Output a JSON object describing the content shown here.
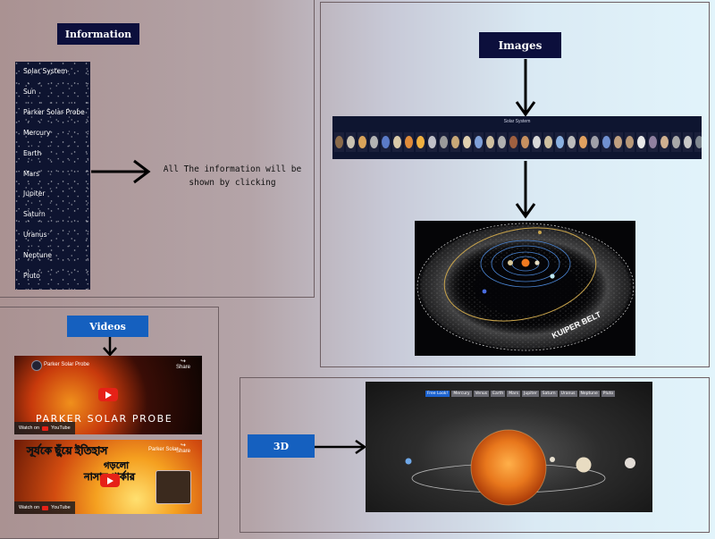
{
  "information": {
    "title": "Information",
    "menu": [
      "Solar System",
      "Sun",
      "Parker Solar Probe",
      "Mercury",
      "Earth",
      "Mars",
      "Jupiter",
      "Saturn",
      "Uranus",
      "Neptune",
      "Pluto"
    ],
    "caption_line1": "All The information will be",
    "caption_line2": "shown by clicking"
  },
  "images": {
    "title": "Images",
    "strip_title": "Solar System",
    "kuiper_label": "KUIPER BELT"
  },
  "videos": {
    "title": "Videos",
    "video1": {
      "channel": "Parker Solar Probe",
      "share": "Share",
      "overlay": "PARKER SOLAR PROBE",
      "watch_on": "Watch on",
      "platform": "YouTube"
    },
    "video2": {
      "channel": "Parker Solar",
      "share": "Share",
      "overlay_line1": "সূর্যকে ছুঁয়ে ইতিহাস",
      "overlay_line2": "গড়লো",
      "overlay_line3": "নাসার পার্কার",
      "watch_on": "Watch on",
      "platform": "YouTube"
    }
  },
  "three_d": {
    "title": "3D",
    "nav": [
      "Free Look!",
      "Mercury",
      "Venus",
      "Earth",
      "Mars",
      "Jupiter",
      "Saturn",
      "Uranus",
      "Neptune",
      "Pluto"
    ]
  },
  "colors": {
    "navy": "#0c0f3c",
    "blue": "#1560bf",
    "youtube_red": "#e62117"
  }
}
